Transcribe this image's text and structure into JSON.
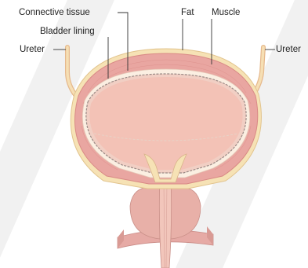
{
  "labels": {
    "connective_tissue": "Connective tissue",
    "bladder_lining": "Bladder lining",
    "ureter_left": "Ureter",
    "fat": "Fat",
    "muscle": "Muscle",
    "ureter_right": "Ureter"
  },
  "colors": {
    "fat": "#f6e2b5",
    "muscle": "#e9a6a1",
    "muscle_dark": "#d98a86",
    "connective": "#fbefe2",
    "lining": "#f1cfc4",
    "lumen": "#f3c2b6",
    "prostate": "#e8b0a8",
    "leader_line": "#333333"
  }
}
